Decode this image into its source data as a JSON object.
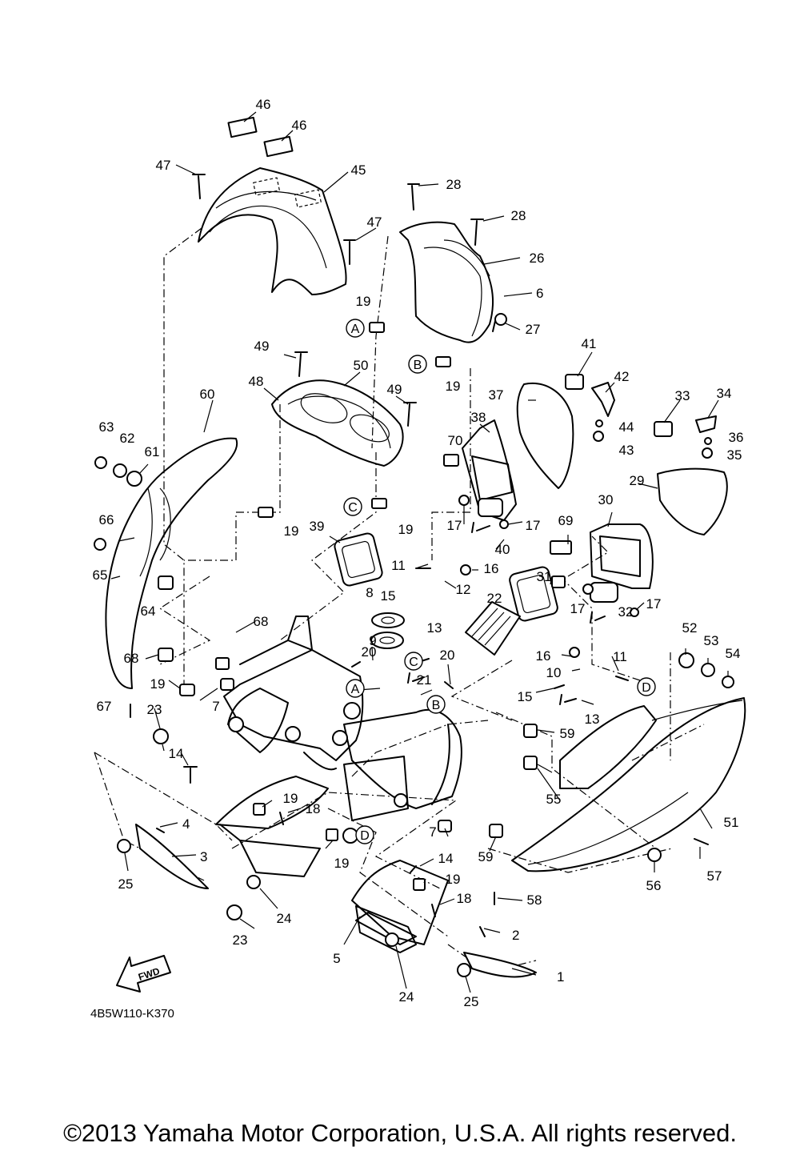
{
  "diagram_code": "4B5W110-K370",
  "fwd_label": "FWD",
  "copyright": "©2013 Yamaha Motor Corporation, U.S.A. All rights reserved.",
  "ref_markers": [
    "A",
    "B",
    "C",
    "D"
  ],
  "callouts": [
    {
      "n": "1"
    },
    {
      "n": "2"
    },
    {
      "n": "3"
    },
    {
      "n": "4"
    },
    {
      "n": "5"
    },
    {
      "n": "6"
    },
    {
      "n": "7"
    },
    {
      "n": "7"
    },
    {
      "n": "8"
    },
    {
      "n": "9"
    },
    {
      "n": "10"
    },
    {
      "n": "11"
    },
    {
      "n": "11"
    },
    {
      "n": "12"
    },
    {
      "n": "13"
    },
    {
      "n": "13"
    },
    {
      "n": "14"
    },
    {
      "n": "14"
    },
    {
      "n": "15"
    },
    {
      "n": "15"
    },
    {
      "n": "16"
    },
    {
      "n": "16"
    },
    {
      "n": "17"
    },
    {
      "n": "17"
    },
    {
      "n": "17"
    },
    {
      "n": "17"
    },
    {
      "n": "18"
    },
    {
      "n": "18"
    },
    {
      "n": "19"
    },
    {
      "n": "19"
    },
    {
      "n": "19"
    },
    {
      "n": "19"
    },
    {
      "n": "19"
    },
    {
      "n": "19"
    },
    {
      "n": "19"
    },
    {
      "n": "19"
    },
    {
      "n": "20"
    },
    {
      "n": "20"
    },
    {
      "n": "21"
    },
    {
      "n": "22"
    },
    {
      "n": "23"
    },
    {
      "n": "23"
    },
    {
      "n": "24"
    },
    {
      "n": "24"
    },
    {
      "n": "25"
    },
    {
      "n": "25"
    },
    {
      "n": "26"
    },
    {
      "n": "27"
    },
    {
      "n": "28"
    },
    {
      "n": "28"
    },
    {
      "n": "29"
    },
    {
      "n": "30"
    },
    {
      "n": "31"
    },
    {
      "n": "32"
    },
    {
      "n": "33"
    },
    {
      "n": "34"
    },
    {
      "n": "35"
    },
    {
      "n": "36"
    },
    {
      "n": "37"
    },
    {
      "n": "38"
    },
    {
      "n": "39"
    },
    {
      "n": "40"
    },
    {
      "n": "41"
    },
    {
      "n": "42"
    },
    {
      "n": "43"
    },
    {
      "n": "44"
    },
    {
      "n": "45"
    },
    {
      "n": "46"
    },
    {
      "n": "46"
    },
    {
      "n": "47"
    },
    {
      "n": "47"
    },
    {
      "n": "48"
    },
    {
      "n": "49"
    },
    {
      "n": "49"
    },
    {
      "n": "50"
    },
    {
      "n": "51"
    },
    {
      "n": "52"
    },
    {
      "n": "53"
    },
    {
      "n": "54"
    },
    {
      "n": "55"
    },
    {
      "n": "56"
    },
    {
      "n": "57"
    },
    {
      "n": "58"
    },
    {
      "n": "59"
    },
    {
      "n": "59"
    },
    {
      "n": "60"
    },
    {
      "n": "61"
    },
    {
      "n": "62"
    },
    {
      "n": "63"
    },
    {
      "n": "64"
    },
    {
      "n": "65"
    },
    {
      "n": "66"
    },
    {
      "n": "67"
    },
    {
      "n": "68"
    },
    {
      "n": "68"
    },
    {
      "n": "69"
    },
    {
      "n": "70"
    }
  ]
}
